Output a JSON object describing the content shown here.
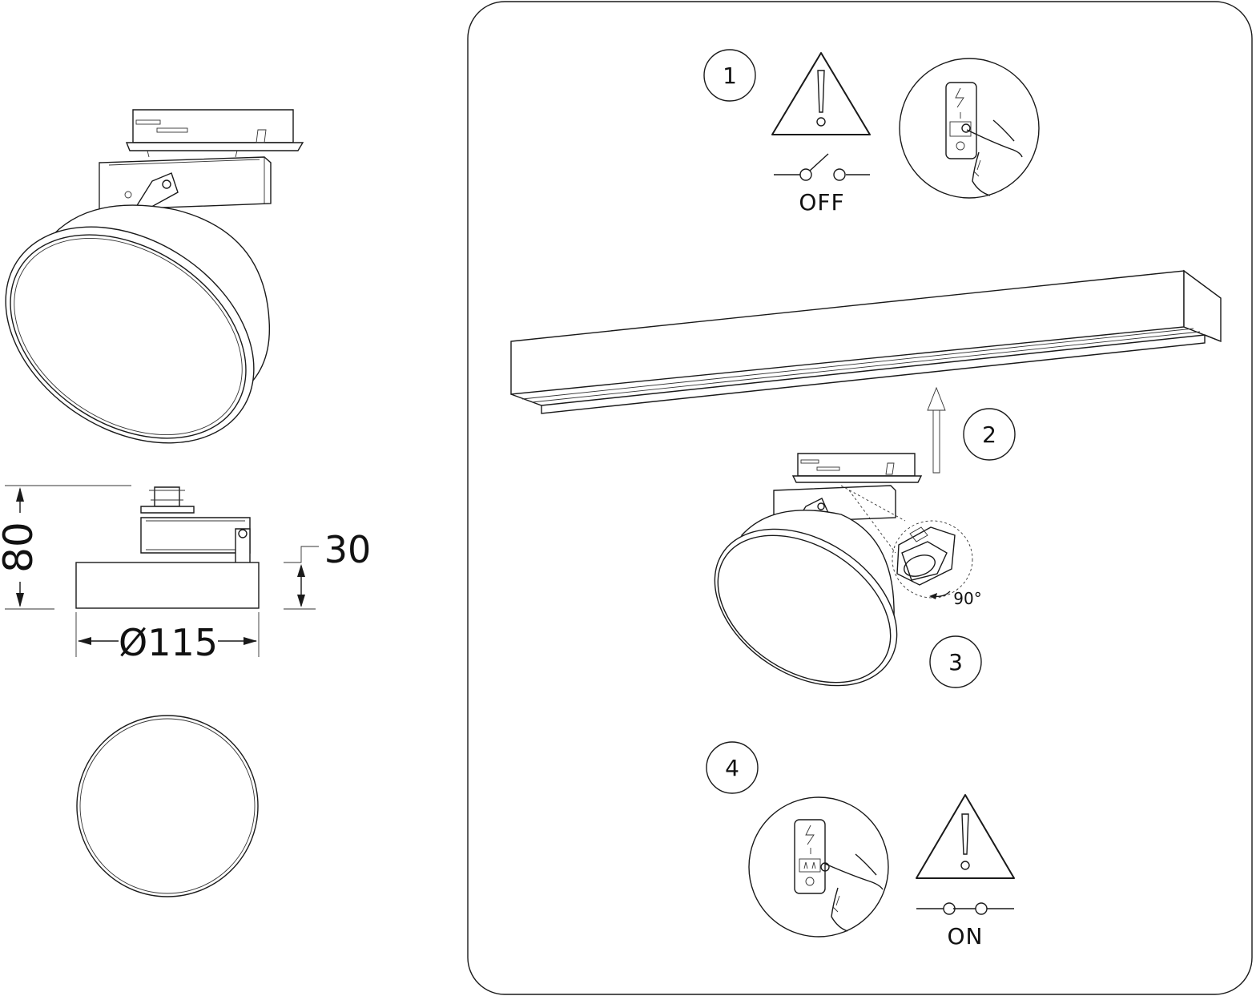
{
  "dimensions": {
    "height": "80",
    "depth": "30",
    "diameter": "Ø115"
  },
  "steps": {
    "step1": "1",
    "step2": "2",
    "step3": "3",
    "step4": "4"
  },
  "switch_labels": {
    "off": "OFF",
    "on": "ON"
  },
  "rotation": "90°",
  "icons": {
    "warning": "warning-triangle-icon",
    "switch_off": "switch-open-icon",
    "switch_on": "switch-closed-icon",
    "hand": "hand-press-icon",
    "arrow": "arrow-up-icon"
  },
  "colors": {
    "line": "#1a1a1a",
    "panel_border": "#333333",
    "background": "#ffffff"
  }
}
